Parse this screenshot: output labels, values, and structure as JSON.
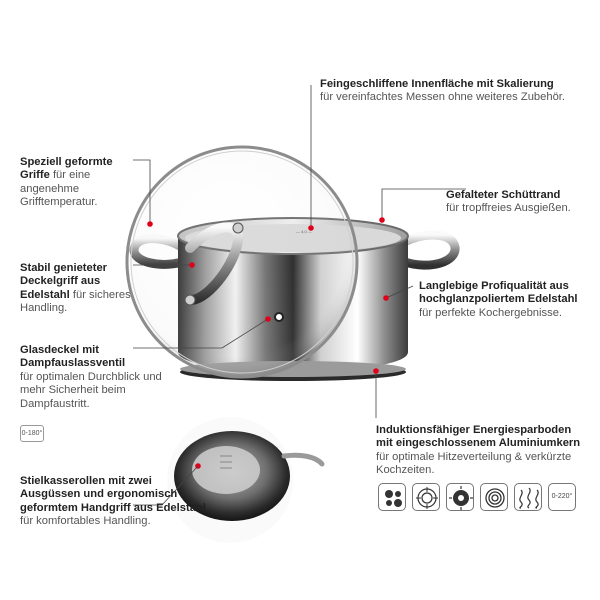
{
  "callouts": {
    "innen": {
      "bold": "Feingeschliffene Innenfläche mit Skalierung",
      "rest": "für vereinfachtes Messen ohne weiteres Zubehör."
    },
    "griffe": {
      "bold": "Speziell geformte Griffe",
      "rest": " für eine angenehme Grifftemperatur."
    },
    "schuettrand": {
      "bold": "Gefalteter Schüttrand",
      "rest": "für tropffreies Ausgießen."
    },
    "deckelgriff": {
      "bold": "Stabil genieteter Deckelgriff aus Edelstahl",
      "rest": " für sicheres Handling."
    },
    "profi": {
      "bold": "Langlebige Profiqualität aus hochglanzpoliertem Edelstahl",
      "rest": "für perfekte Kochergebnisse."
    },
    "glasdeckel": {
      "bold": "Glasdeckel mit Dampfauslassventil",
      "rest": "für optimalen Durchblick und mehr Sicherheit beim Dampfaustritt."
    },
    "induktion": {
      "bold": "Induktionsfähiger Energiesparboden mit eingeschlossenem Aluminiumkern",
      "rest": "für optimale Hitzeverteilung & verkürzte Kochzeiten."
    },
    "stielkasserolle": {
      "bold": "Stielkasserollen mit zwei Ausgüssen und ergonomisch geformtem Handgriff aus Edelstahl",
      "rest": " für komfortables Handling."
    }
  },
  "badges": {
    "lid_temp": "0-180°",
    "oven_temp": "0-220°"
  },
  "hob_icons": [
    "electric-hob-icon",
    "gas-hob-icon",
    "halogen-hob-icon",
    "ceramic-hob-icon",
    "induction-hob-icon",
    "spiral-hob-icon"
  ],
  "colors": {
    "marker": "#e1001a",
    "line": "#444444"
  }
}
